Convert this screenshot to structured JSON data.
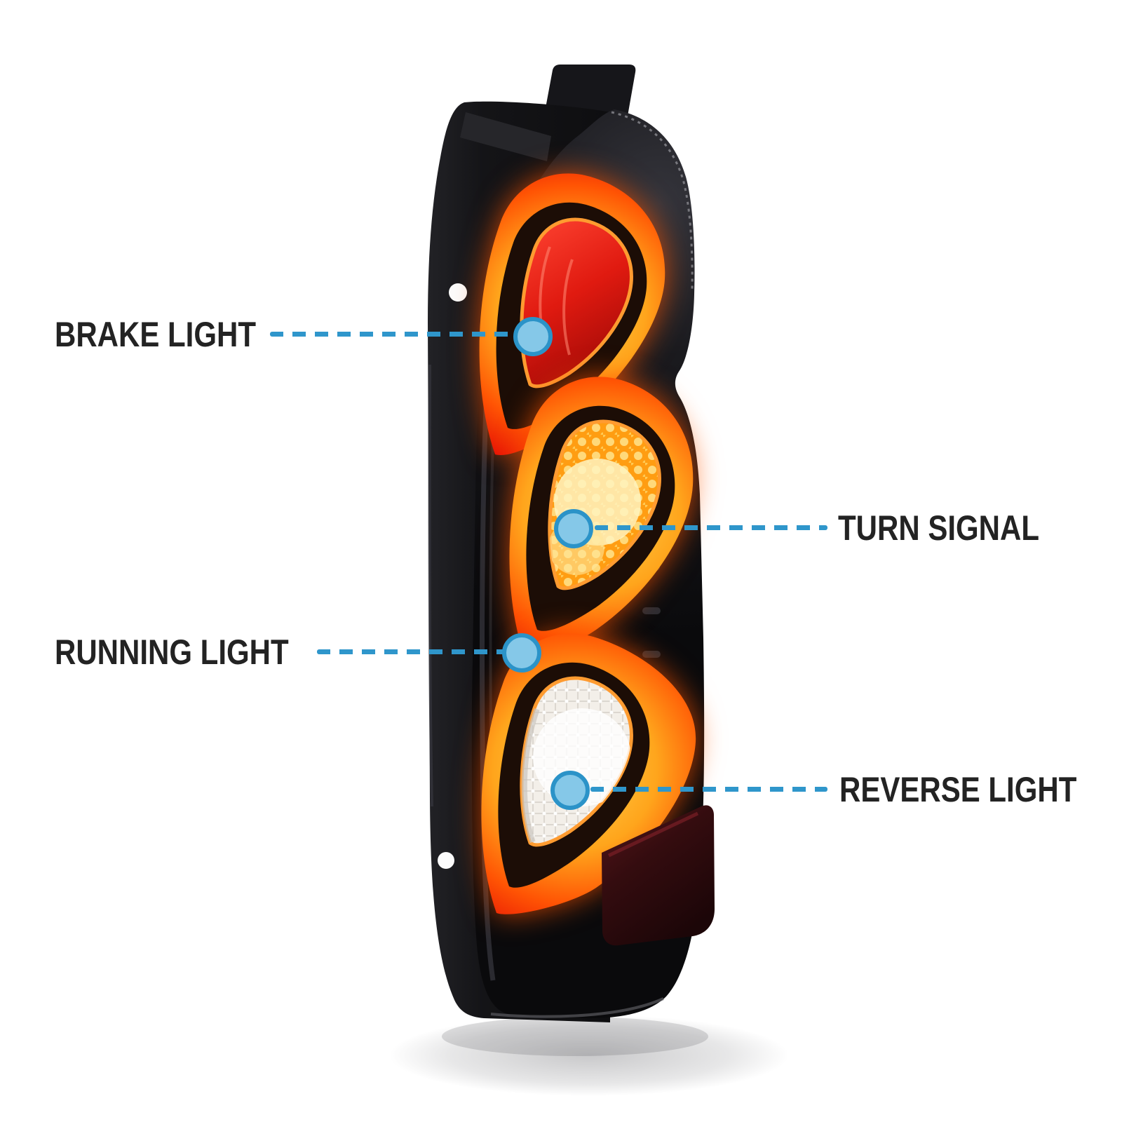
{
  "diagram": {
    "subject": "LED tail lamp assembly with labeled light functions",
    "background_color": "#ffffff",
    "accent_color": "#2f96cb",
    "dot_fill": "#85c8e8",
    "dot_stroke": "#2b93c8",
    "label_color": "#232323",
    "callouts": [
      {
        "id": "brake",
        "label": "BRAKE LIGHT",
        "side": "left"
      },
      {
        "id": "turn",
        "label": "TURN SIGNAL",
        "side": "right"
      },
      {
        "id": "running",
        "label": "RUNNING LIGHT",
        "side": "left"
      },
      {
        "id": "reverse",
        "label": "REVERSE LIGHT",
        "side": "right"
      }
    ],
    "lamp": {
      "housing_color": "#17171a",
      "lens_color": "#0b0b0d",
      "ring_red": "#e81505",
      "ring_orange": "#ff8c12",
      "ring_amber": "#ffc13d",
      "brake_lens_red": "#d41410",
      "turn_lens_amber": "#ff9d12",
      "reverse_lens_white": "#f3efe9",
      "reflector_maroon": "#3a0d10"
    }
  }
}
